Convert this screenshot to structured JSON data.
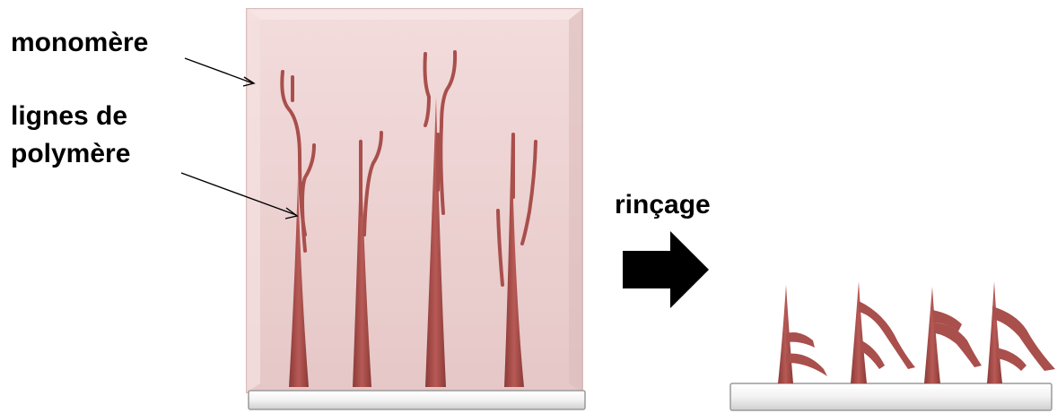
{
  "labels": {
    "monomer": "monomère",
    "polymer_lines_1": "lignes de",
    "polymer_lines_2": "polymère",
    "rinse": "rinçage"
  },
  "colors": {
    "polymer": "#a94f4c",
    "polymer_dark": "#7d2f2d",
    "monomer_bath": "#ecd3d3",
    "substrate": "#e8e8e8",
    "arrow": "#000000"
  },
  "icons": {
    "process_arrow": "right-arrow-icon"
  }
}
